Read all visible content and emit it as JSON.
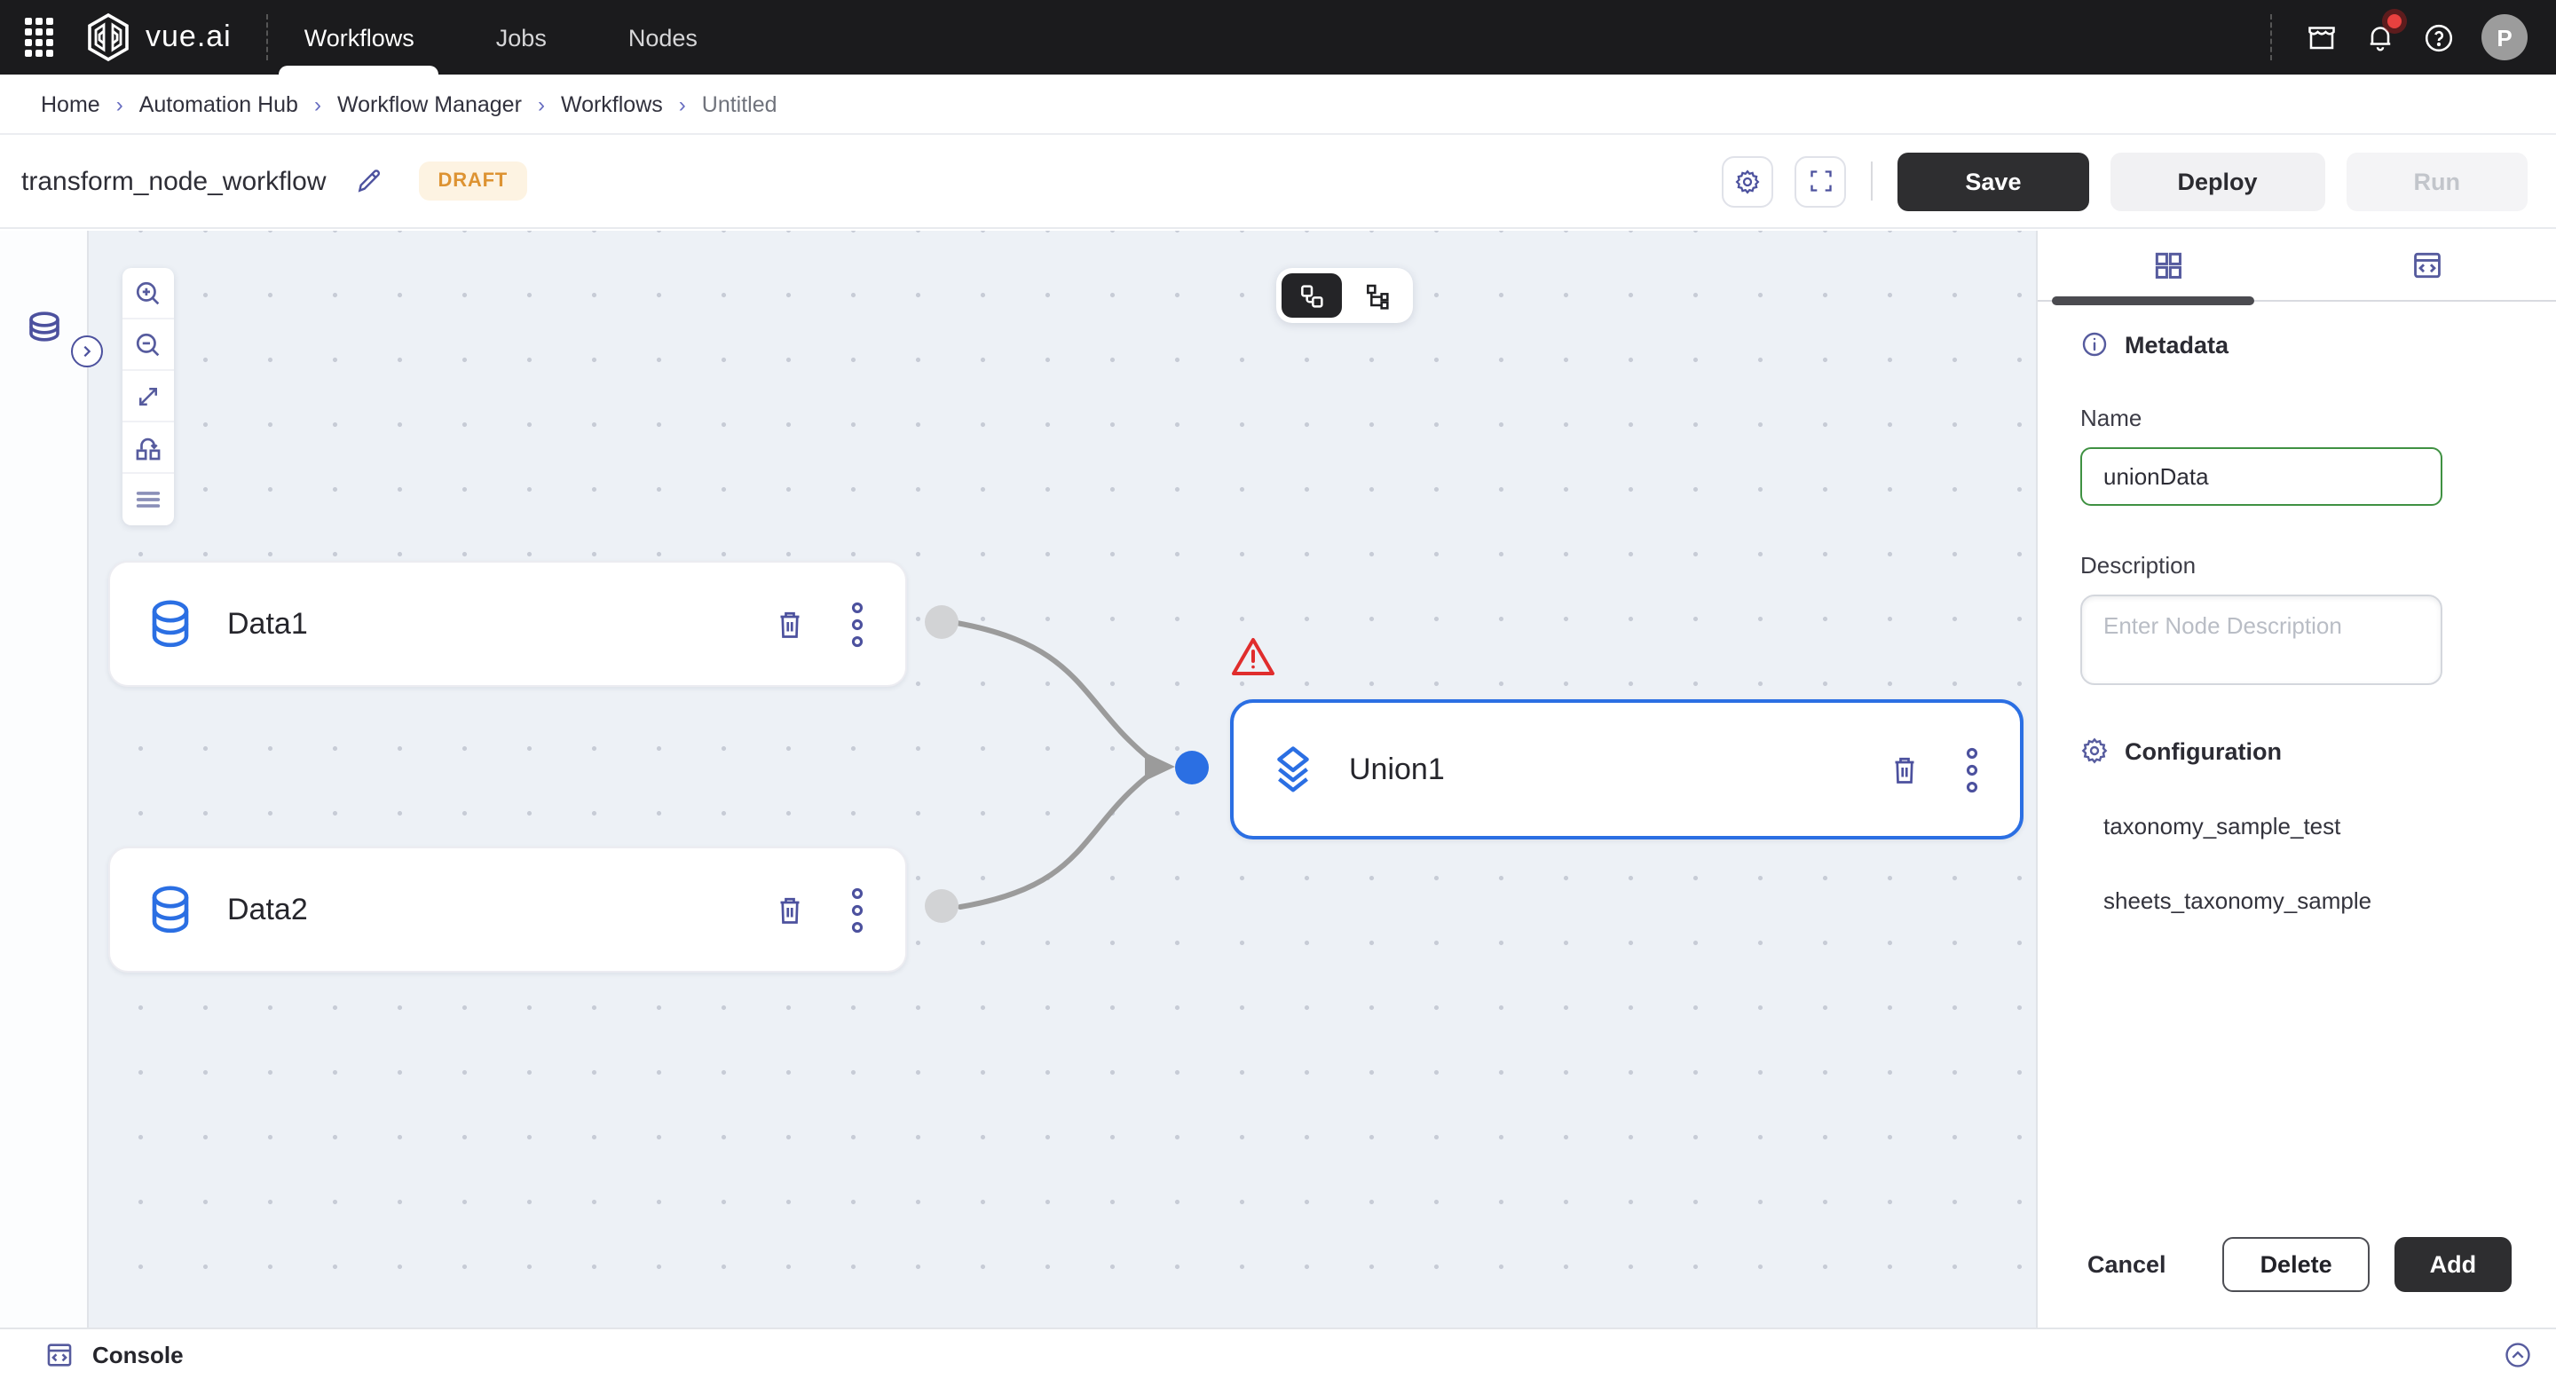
{
  "nav": {
    "brand": "vue.ai",
    "items": [
      {
        "label": "Workflows",
        "active": true
      },
      {
        "label": "Jobs",
        "active": false
      },
      {
        "label": "Nodes",
        "active": false
      }
    ],
    "avatar_initial": "P",
    "notification_badge": true
  },
  "breadcrumb": {
    "items": [
      "Home",
      "Automation Hub",
      "Workflow Manager",
      "Workflows"
    ],
    "current": "Untitled",
    "separator": "›"
  },
  "header": {
    "title": "transform_node_workflow",
    "status_badge": "DRAFT",
    "save_label": "Save",
    "deploy_label": "Deploy",
    "run_label": "Run"
  },
  "canvas": {
    "nodes": [
      {
        "label": "Data1",
        "type": "data",
        "state": "default"
      },
      {
        "label": "Data2",
        "type": "data",
        "state": "default"
      },
      {
        "label": "Union1",
        "type": "union",
        "state": "selected",
        "warning": true
      }
    ],
    "edges": [
      {
        "from": "Data1",
        "to": "Union1"
      },
      {
        "from": "Data2",
        "to": "Union1"
      }
    ]
  },
  "panel": {
    "metadata_title": "Metadata",
    "name_label": "Name",
    "name_value": "unionData",
    "description_label": "Description",
    "description_placeholder": "Enter Node Description",
    "config_title": "Configuration",
    "config_items": [
      "taxonomy_sample_test",
      "sheets_taxonomy_sample"
    ],
    "cancel_label": "Cancel",
    "delete_label": "Delete",
    "add_label": "Add"
  },
  "console": {
    "label": "Console"
  },
  "colors": {
    "accent_blue": "#2b6fe3",
    "indigo_icon": "#4c519e",
    "draft_bg": "#fdf3e2",
    "draft_text": "#dd9332",
    "warning_red": "#e02d2d",
    "valid_green": "#3f9142",
    "nav_bg": "#1b1b1d"
  }
}
